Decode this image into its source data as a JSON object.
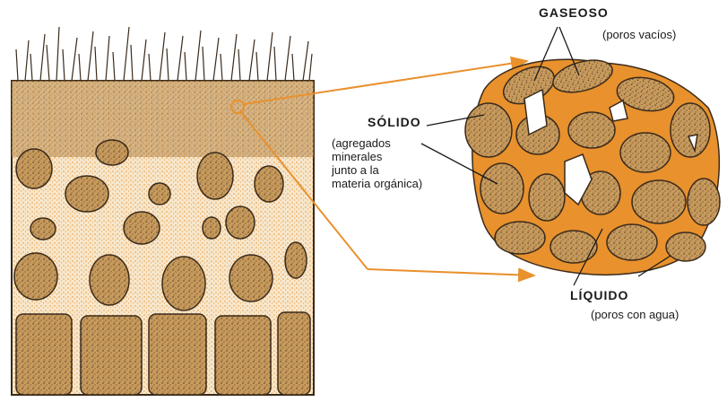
{
  "colors": {
    "orange": "#E8912D",
    "soil_fill": "#C79A5C",
    "dark": "#3a2a1a",
    "background": "#ffffff"
  },
  "labels": {
    "gaseoso": "GASEOSO",
    "gaseoso_desc": "(poros vacíos)",
    "solido": "SÓLIDO",
    "solido_desc": "(agregados\nminerales\njunto a la\nmateria orgánica)",
    "liquido": "LÍQUIDO",
    "liquido_desc": "(poros con agua)"
  }
}
